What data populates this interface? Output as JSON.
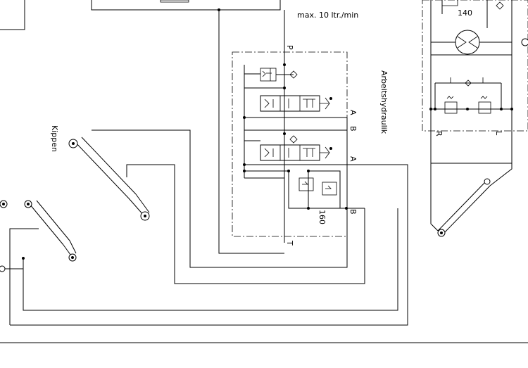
{
  "labels": {
    "flow": "max. 10 ltr./min",
    "port_p": "P",
    "port_t": "T",
    "port_a1": "A",
    "port_b1": "B",
    "port_a2": "A",
    "port_b2": "B",
    "group_title": "Arbeitshydraulik",
    "kippen": "Kippen",
    "relief_160": "160",
    "relief_140": "140",
    "port_r": "R",
    "port_l": "L"
  }
}
